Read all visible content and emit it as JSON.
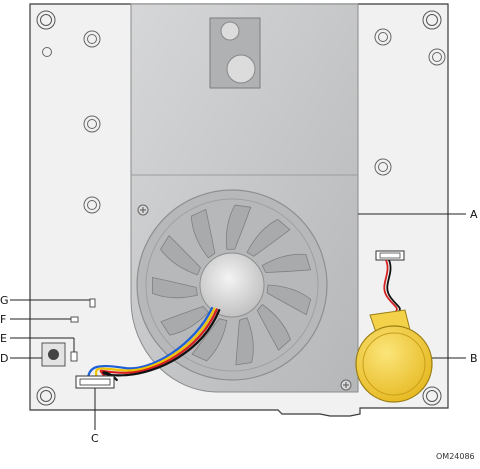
{
  "figure": {
    "callouts": {
      "A": "A",
      "B": "B",
      "C": "C",
      "D": "D",
      "E": "E",
      "F": "F",
      "G": "G"
    },
    "figure_id": "OM24086"
  },
  "colors": {
    "board_fill": "#f1f1f1",
    "board_stroke": "#3a3a3a",
    "heatsink_fill": "#c9cacb",
    "fan_fill": "#b9babb",
    "battery_fill": "#f3d24a",
    "battery_stroke": "#9a7d12",
    "leader_line": "#222222"
  },
  "cable_colors": [
    "#1f5fd6",
    "#f0c400",
    "#d62020",
    "#111111"
  ],
  "battery_wire_colors": [
    "#d62020",
    "#111111"
  ]
}
